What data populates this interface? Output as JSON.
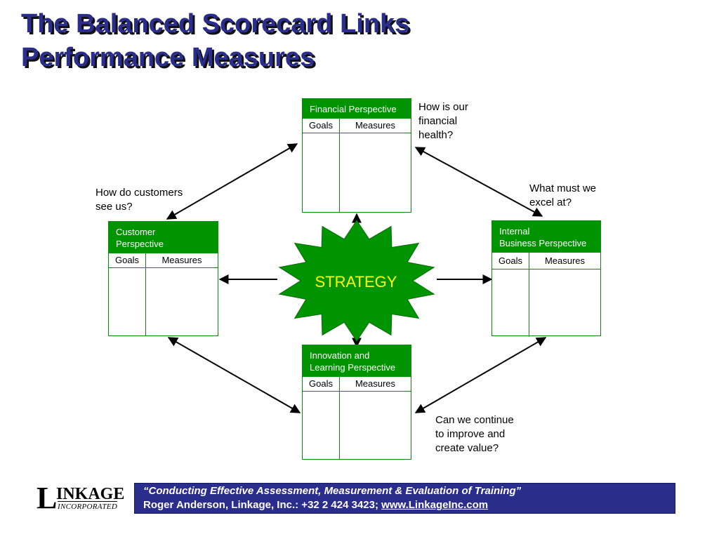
{
  "title": {
    "line1": "The Balanced Scorecard Links",
    "line2": "Performance Measures"
  },
  "center": {
    "label": "STRATEGY"
  },
  "perspectives": {
    "financial": {
      "title": "Financial Perspective",
      "goals": "Goals",
      "measures": "Measures"
    },
    "customer": {
      "title": "Customer\nPerspective",
      "goals": "Goals",
      "measures": "Measures"
    },
    "internal": {
      "title": "Internal\nBusiness Perspective",
      "goals": "Goals",
      "measures": "Measures"
    },
    "innovation": {
      "title": "Innovation and\nLearning Perspective",
      "goals": "Goals",
      "measures": "Measures"
    }
  },
  "questions": {
    "financial": "How is our\nfinancial\nhealth?",
    "customer": "How do customers\nsee us?",
    "internal": "What must we\nexcel at?",
    "innovation": "Can we continue\nto improve and\ncreate value?"
  },
  "footer": {
    "line1": "“Conducting Effective Assessment, Measurement & Evaluation of Training”",
    "line2_prefix": "Roger Anderson, Linkage, Inc.: +32 2 424 3423; ",
    "link": "www.LinkageInc.com"
  },
  "logo": {
    "L": "L",
    "rest": "INKAGE",
    "sub": "INCORPORATED"
  },
  "colors": {
    "green": "#009400",
    "title_blue": "#2a2d8c",
    "footer_blue": "#2a2d8c"
  }
}
